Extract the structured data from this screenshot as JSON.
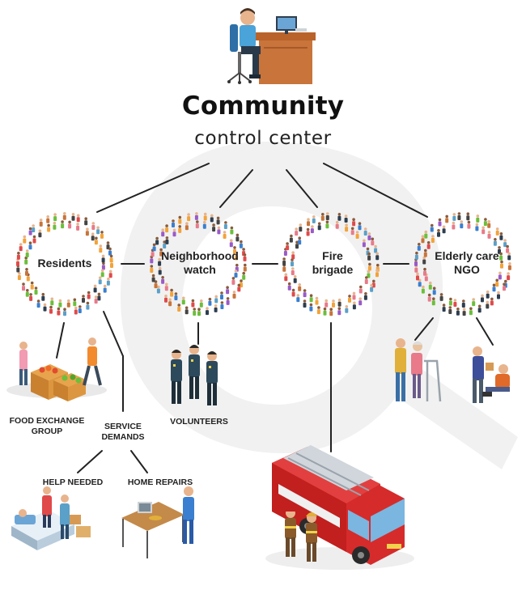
{
  "header": {
    "title": "Community",
    "subtitle": "control center"
  },
  "nodes": [
    {
      "id": "residents",
      "label": "Residents"
    },
    {
      "id": "neighborhood-watch",
      "label": "Neighborhood watch"
    },
    {
      "id": "fire-brigade",
      "label": "Fire brigade"
    },
    {
      "id": "elderly-care-ngo",
      "label": "Elderly care NGO"
    }
  ],
  "captions": {
    "food_exchange": "FOOD EXCHANGE GROUP",
    "service_demands": "SERVICE DEMANDS",
    "volunteers": "VOLUNTEERS",
    "help_needed": "HELP NEEDED",
    "home_repairs": "HOME REPAIRS"
  },
  "colors": {
    "connector": "#222222",
    "watermark": "#f0f0f0",
    "desk": "#c8743a",
    "truck": "#d62b2b",
    "uniform": "#2d4a5c"
  },
  "icons": [
    "operator-at-desk-icon",
    "crowd-ring-icon",
    "food-crates-icon",
    "volunteers-group-icon",
    "caregiver-icon",
    "help-bed-icon",
    "repair-worker-icon",
    "fire-truck-icon"
  ]
}
